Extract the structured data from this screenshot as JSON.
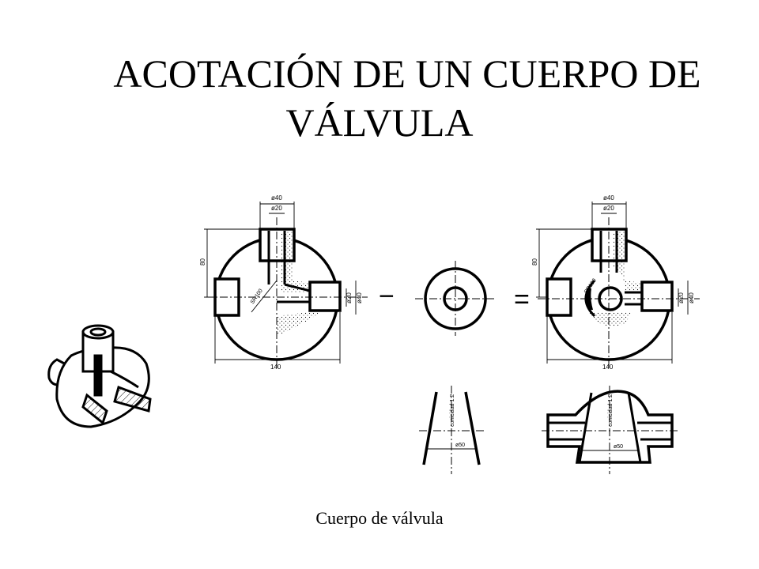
{
  "title": {
    "line1": "ACOTACIÓN DE UN CUERPO DE",
    "line2": "VÁLVULA"
  },
  "caption": "Cuerpo de válvula",
  "operators": {
    "minus": "−",
    "equals": "="
  },
  "dimensions": {
    "d40": "ø40",
    "d20": "ø20",
    "sr100": "SR100",
    "h80": "80",
    "w140": "140",
    "conicidad": "conicidad 1:2",
    "d50": "ø50"
  }
}
